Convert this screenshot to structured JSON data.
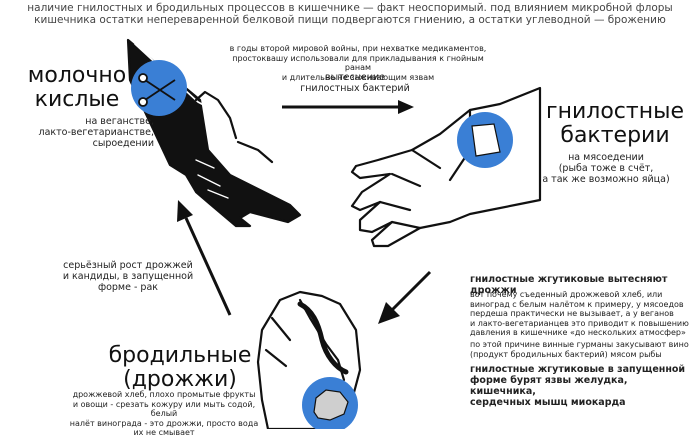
{
  "header": {
    "line1": "наличие гнилостных и бродильных процессов в кишечнике — факт неоспоримый. под влиянием микробной флоры",
    "line2": "кишечника остатки непереваренной белковой пищи подвергаются гниению, а остатки углеводной — брожению"
  },
  "lactic": {
    "title_line1": "молочно",
    "title_line2": "кислые",
    "desc_line1": "на веганстве,",
    "desc_line2": "лакто-вегетарианстве,",
    "desc_line3": "сыроедении",
    "icon": "scissors-icon",
    "icon_color": "#3a7fd5"
  },
  "top_note": {
    "line1": "в годы второй мировой войны, при нехватке медикаментов,",
    "line2": "простоквашу использовали для прикладывания к гнойным ранам",
    "line3": "и длительно не заживающим язвам",
    "arrow_line1": "вытеснение",
    "arrow_line2": "гнилостных бактерий"
  },
  "putrid": {
    "title_line1": "гнилостные",
    "title_line2": "бактерии",
    "desc_line1": "на мясоедении",
    "desc_line2": "(рыба тоже в счёт,",
    "desc_line3": "а так же возможно яйца)",
    "icon": "paper-icon",
    "icon_color": "#3a7fd5"
  },
  "left_note": {
    "line1": "серьёзный рост дрожжей",
    "line2": "и кандиды, в запущенной",
    "line3": "форме - рак"
  },
  "right_notes": {
    "heading1": "гнилостные жгутиковые вытесняют дрожжи",
    "p1_line1": "вот почему съеденный дрожжевой хлеб, или",
    "p1_line2": "виноград с белым налётом к примеру, у мясоедов",
    "p1_line3": "пердеша практически не вызывает, а у веганов",
    "p1_line4": "и лакто-вегетарианцев это приводит к повышению",
    "p1_line5": "давления в кишечнике «до нескольких атмосфер»",
    "p2_line1": "по этой причине винные гурманы закусывают вино",
    "p2_line2": "(продукт бродильных бактерий) мясом рыбы",
    "heading2_line1": "гнилостные жгутиковые в запущенной",
    "heading2_line2": "форме бурят язвы желудка, кишечника,",
    "heading2_line3": "сердечных мышц миокарда"
  },
  "yeast": {
    "title_line1": "бродильные",
    "title_line2": "(дрожжи)",
    "desc_line1": "дрожжевой хлеб, плохо промытые фрукты",
    "desc_line2": "и овощи - срезать кожуру или мыть содой, белый",
    "desc_line3": "налёт винограда - это дрожжи, просто вода",
    "desc_line4": "их не смывает",
    "icon": "rock-icon",
    "icon_color": "#3a7fd5"
  }
}
